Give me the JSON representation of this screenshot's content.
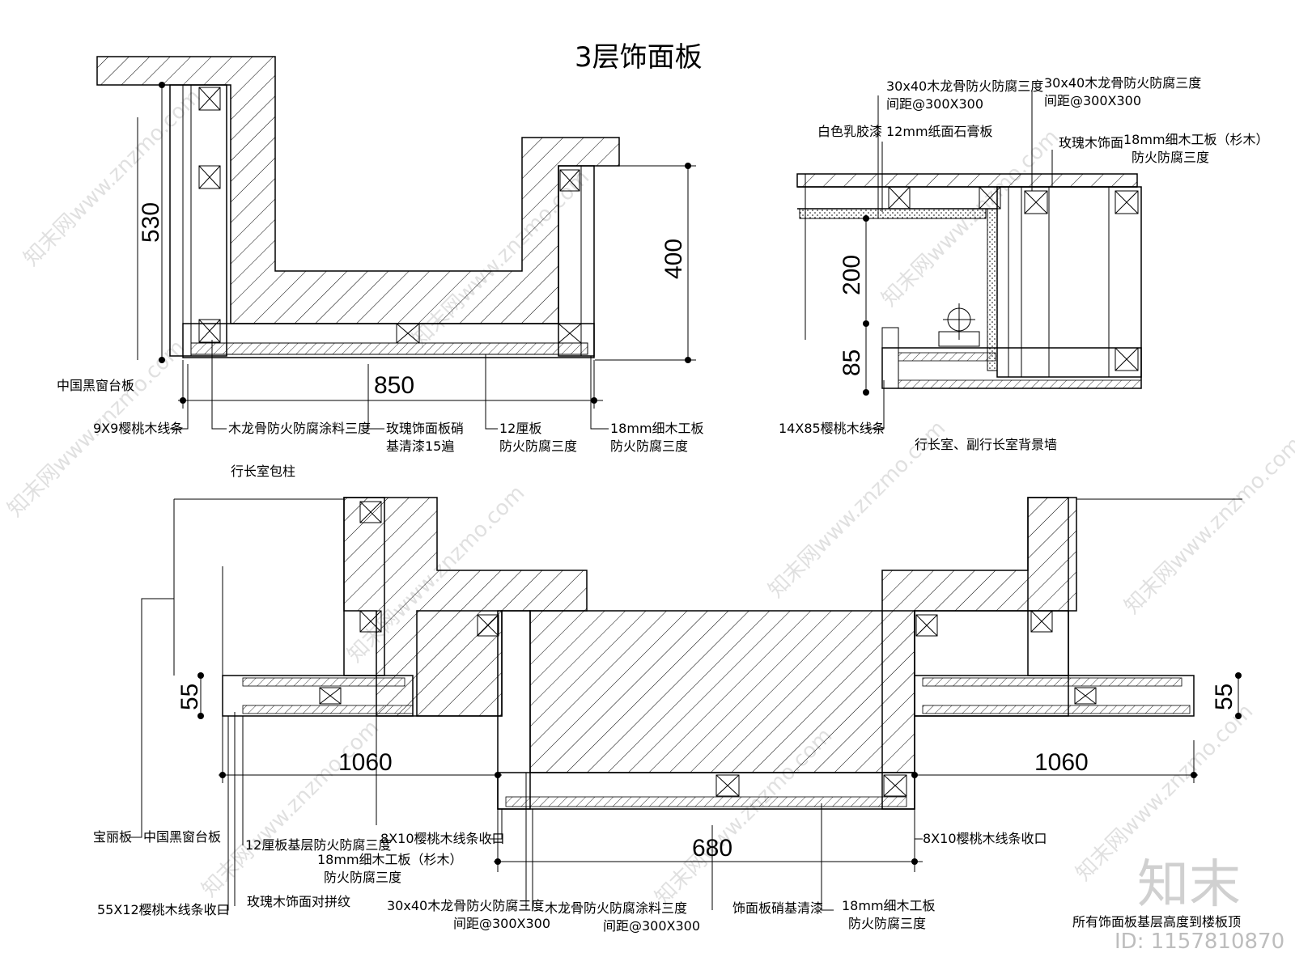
{
  "title": "3层饰面板",
  "section_labels": {
    "column": "行长室包柱",
    "background_wall": "行长室、副行长室背景墙"
  },
  "dimensions": {
    "d530": "530",
    "d400": "400",
    "d850": "850",
    "d200": "200",
    "d85": "85",
    "d55_left": "55",
    "d55_right": "55",
    "d1060_left": "1060",
    "d1060_right": "1060",
    "d680": "680"
  },
  "labels": {
    "a1": "中国黑窗台板",
    "a2": "9X9樱桃木线条",
    "a3": "木龙骨防火防腐涂料三度",
    "a4_l1": "玫瑰饰面板硝",
    "a4_l2": "基清漆15遍",
    "a5_l1": "12厘板",
    "a5_l2": "防火防腐三度",
    "a6_l1": "18mm细木工板",
    "a6_l2": "防火防腐三度",
    "b1_l1": "30x40木龙骨防火防腐三度",
    "b1_l2": "间距@300X300",
    "b2_l1": "30x40木龙骨防火防腐三度",
    "b2_l2": "间距@300X300",
    "b3": "白色乳胶漆",
    "b4": "12mm纸面石膏板",
    "b5": "玫瑰木饰面",
    "b6_l1": "18mm细木工板（杉木）",
    "b6_l2": "防火防腐三度",
    "b7": "14X85樱桃木线条",
    "c1": "宝丽板",
    "c2": "中国黑窗台板",
    "c3": "12厘板基层防火防腐三度",
    "c4_l1": "18mm细木工板（杉木）",
    "c4_l2": "防火防腐三度",
    "c5": "8X10樱桃木线条收口",
    "c6": "8X10樱桃木线条收口",
    "c7": "55X12樱桃木线条收口",
    "c8": "玫瑰木饰面对拼纹",
    "c9_l1": "30x40木龙骨防火防腐三度",
    "c9_l2": "间距@300X300",
    "c10_l1": "木龙骨防火防腐涂料三度",
    "c10_l2": "间距@300X300",
    "c11": "饰面板硝基清漆",
    "c12_l1": "18mm细木工板",
    "c12_l2": "防火防腐三度",
    "c13": "所有饰面板基层高度到楼板顶"
  },
  "watermark": {
    "brand": "知末",
    "id_text": "ID: 1157810870",
    "repeat_text": "知末网www.znzmo.com"
  }
}
